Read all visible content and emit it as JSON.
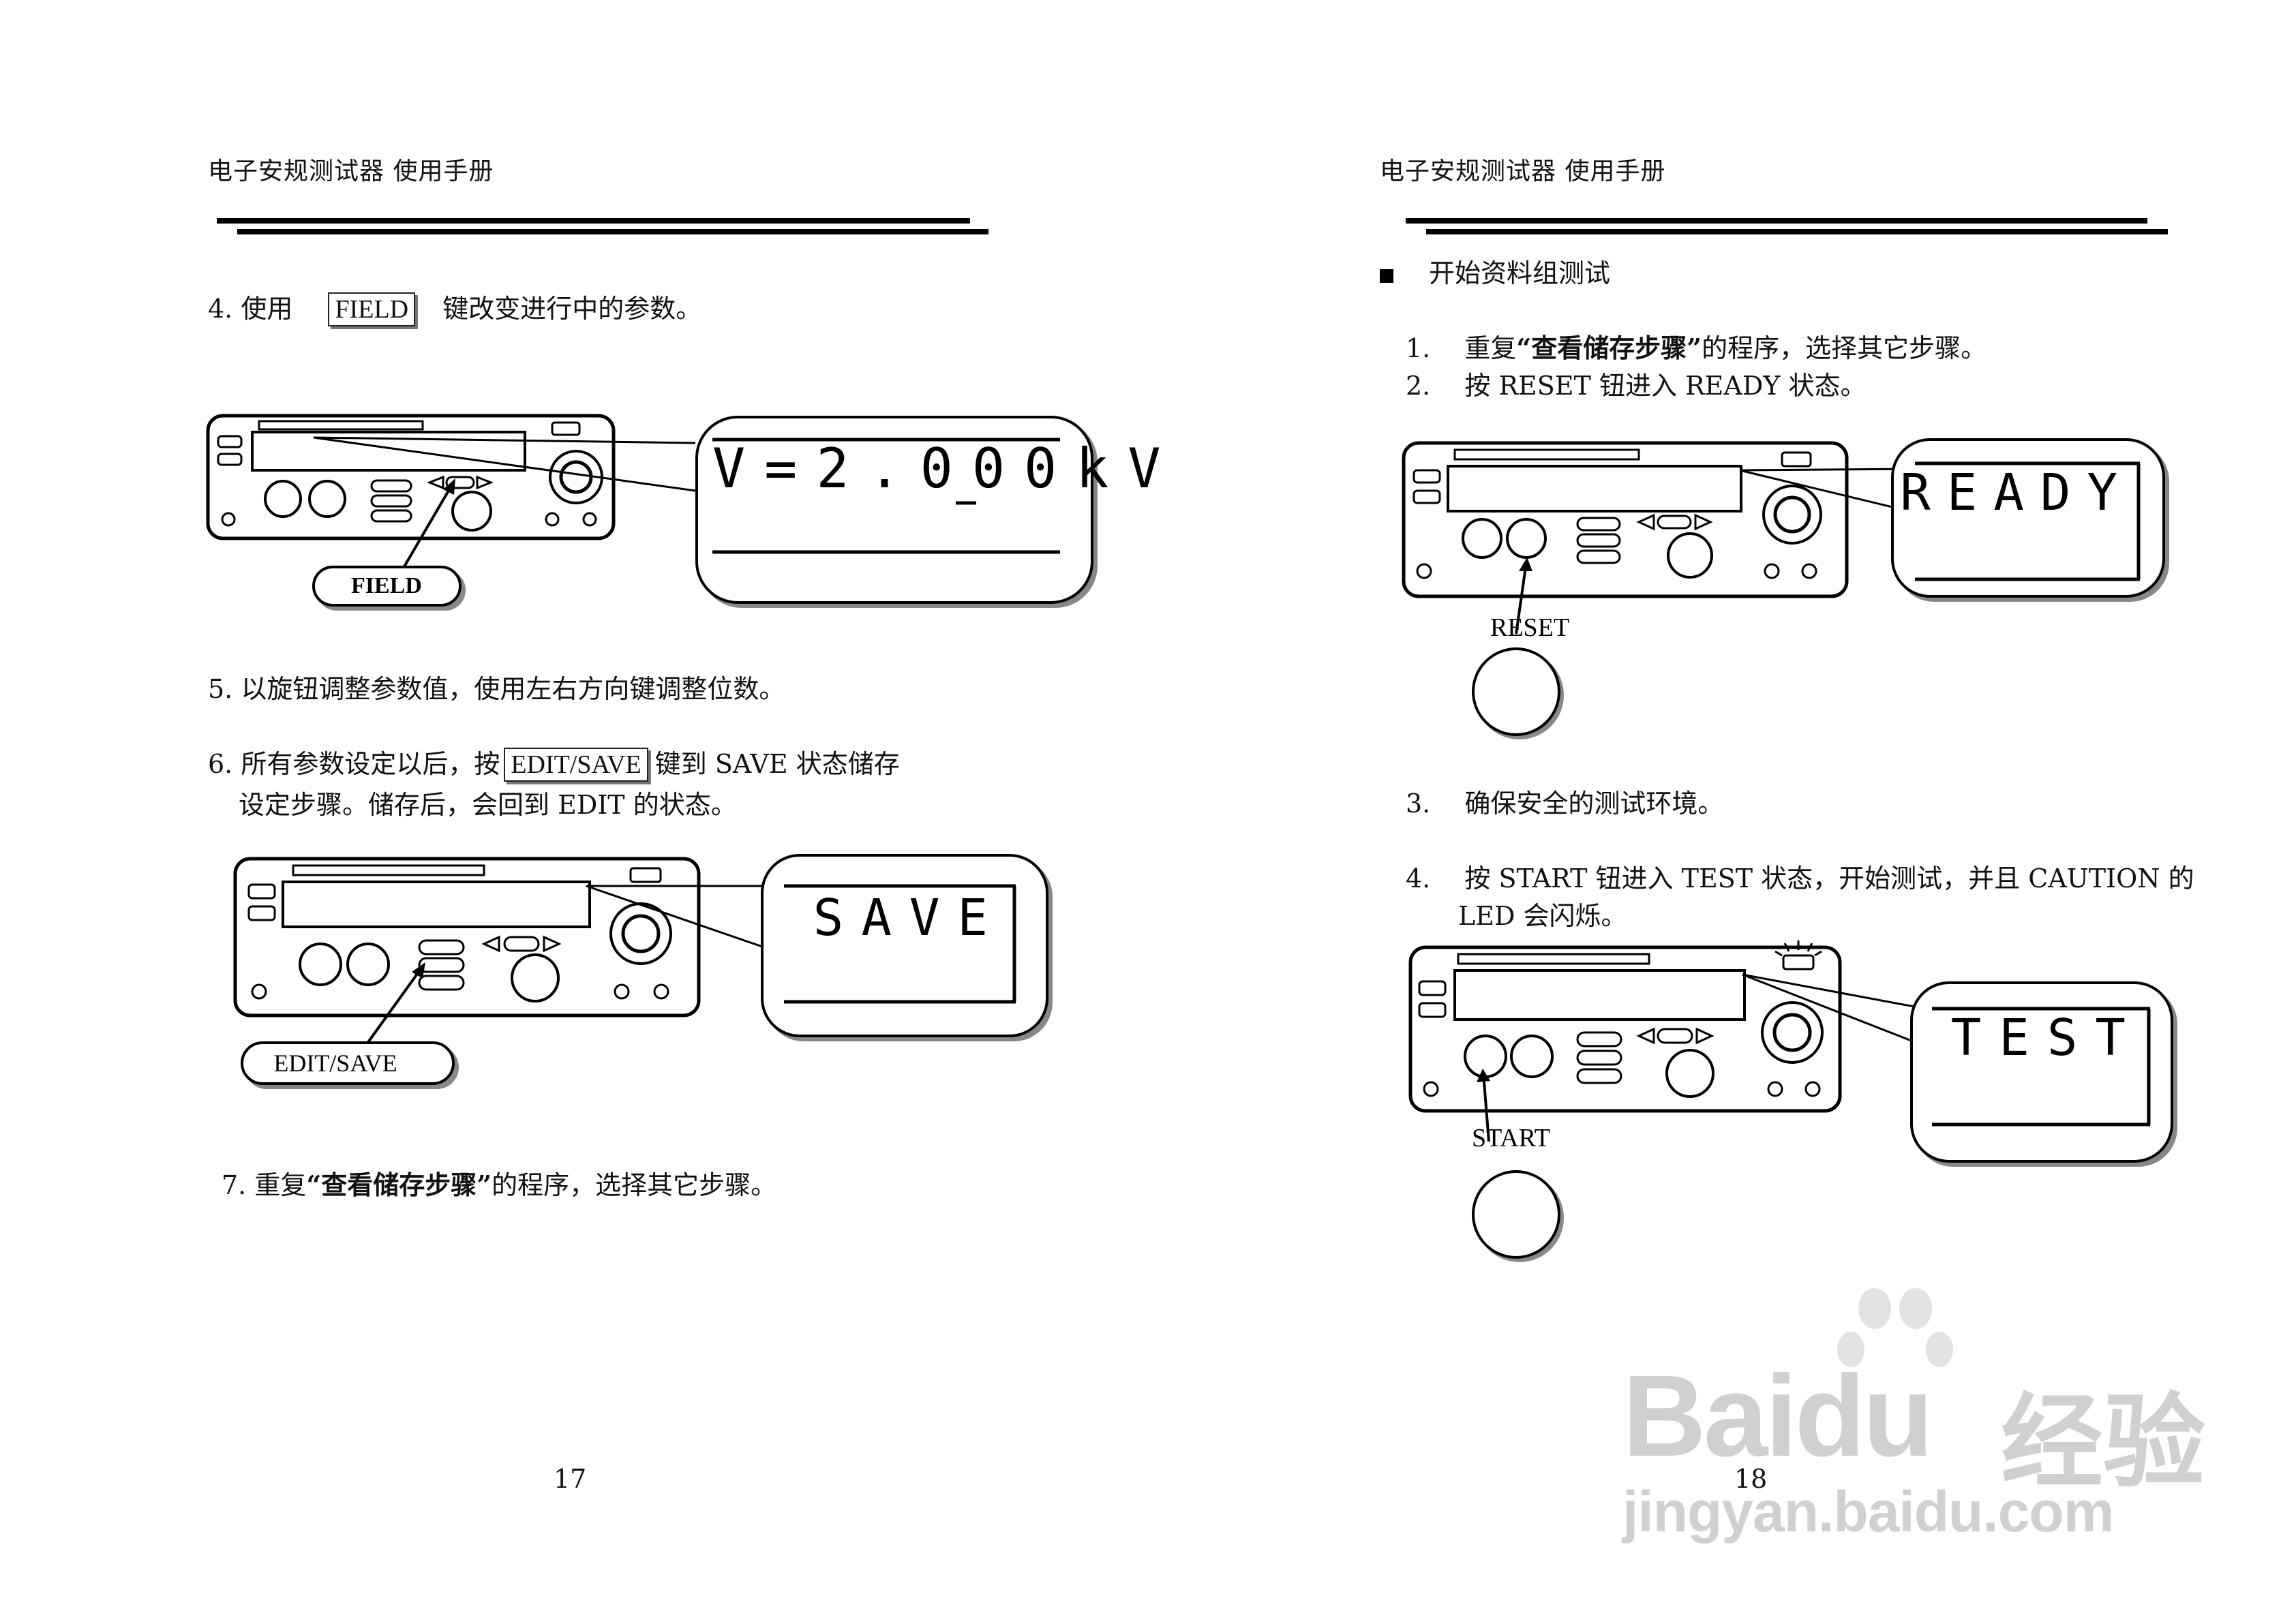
{
  "left": {
    "header": "电子安规测试器  使用手册",
    "step4": {
      "prefix": "4. 使用",
      "key": "FIELD",
      "suffix": "键改变进行中的参数。"
    },
    "diagram1": {
      "lcd_text": "V=2.000kV",
      "callout": "FIELD"
    },
    "step5": "5. 以旋钮调整参数值，使用左右方向键调整位数。",
    "step6": {
      "prefix": "6. 所有参数设定以后，按",
      "key": "EDIT/SAVE",
      "suffix": "键到 SAVE 状态储存",
      "line2": "设定步骤。储存后，会回到 EDIT 的状态。"
    },
    "diagram2": {
      "lcd_text": "SAVE",
      "callout": "EDIT/SAVE"
    },
    "step7": {
      "prefix": "7.  重复",
      "bold": "“查看储存步骤”",
      "suffix": "的程序，选择其它步骤。"
    },
    "page_number": "17"
  },
  "right": {
    "header": "电子安规测试器  使用手册",
    "section_title": "开始资料组测试",
    "step1": {
      "num": "1.",
      "prefix": "重复",
      "bold": "“查看储存步骤”",
      "suffix": "的程序，选择其它步骤。"
    },
    "step2": {
      "num": "2.",
      "text": "按  RESET  钮进入 READY 状态。"
    },
    "diagram1": {
      "lcd_text": "READY",
      "callout": "RESET"
    },
    "step3": {
      "num": "3.",
      "text": "确保安全的测试环境。"
    },
    "step4": {
      "num": "4.",
      "line1": "按 START 钮进入 TEST 状态，开始测试，并且 CAUTION 的",
      "line2": "LED 会闪烁。"
    },
    "diagram2": {
      "lcd_text": "TEST",
      "callout": "START"
    },
    "page_number": "18"
  },
  "watermark": {
    "brand": "Bai",
    "brand2": "du",
    "cn": "经验",
    "url": "jingyan.baidu.com"
  }
}
